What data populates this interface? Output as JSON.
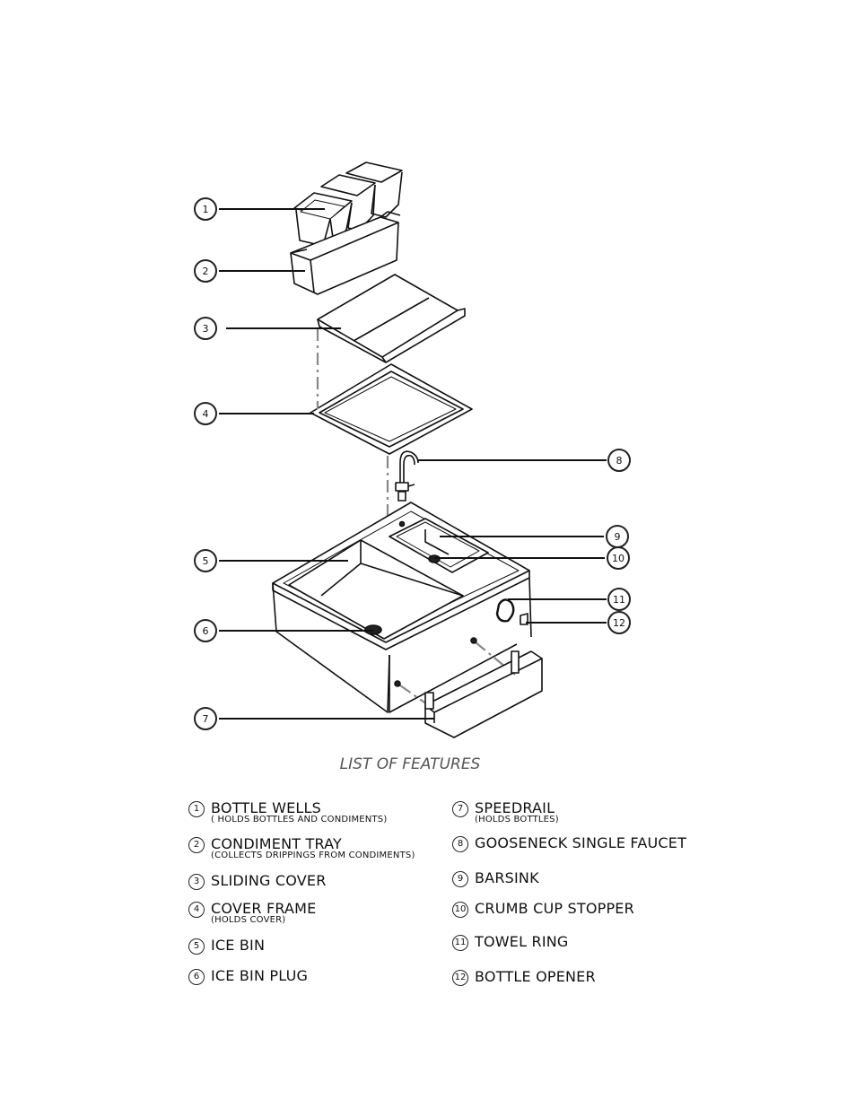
{
  "list_title": "LIST OF FEATURES",
  "features": [
    {
      "num": "1",
      "name": "BOTTLE WELLS",
      "note": "( HOLDS BOTTLES AND CONDIMENTS)"
    },
    {
      "num": "2",
      "name": "CONDIMENT TRAY",
      "note": "(COLLECTS DRIPPINGS FROM CONDIMENTS)"
    },
    {
      "num": "3",
      "name": "SLIDING COVER",
      "note": ""
    },
    {
      "num": "4",
      "name": "COVER FRAME",
      "note": "(HOLDS COVER)"
    },
    {
      "num": "5",
      "name": "ICE BIN",
      "note": ""
    },
    {
      "num": "6",
      "name": "ICE BIN PLUG",
      "note": ""
    },
    {
      "num": "7",
      "name": "SPEEDRAIL",
      "note": "(HOLDS BOTTLES)"
    },
    {
      "num": "8",
      "name": "GOOSENECK SINGLE FAUCET",
      "note": ""
    },
    {
      "num": "9",
      "name": "BARSINK",
      "note": ""
    },
    {
      "num": "10",
      "name": "CRUMB CUP STOPPER",
      "note": ""
    },
    {
      "num": "11",
      "name": "TOWEL RING",
      "note": ""
    },
    {
      "num": "12",
      "name": "BOTTLE OPENER",
      "note": ""
    }
  ]
}
